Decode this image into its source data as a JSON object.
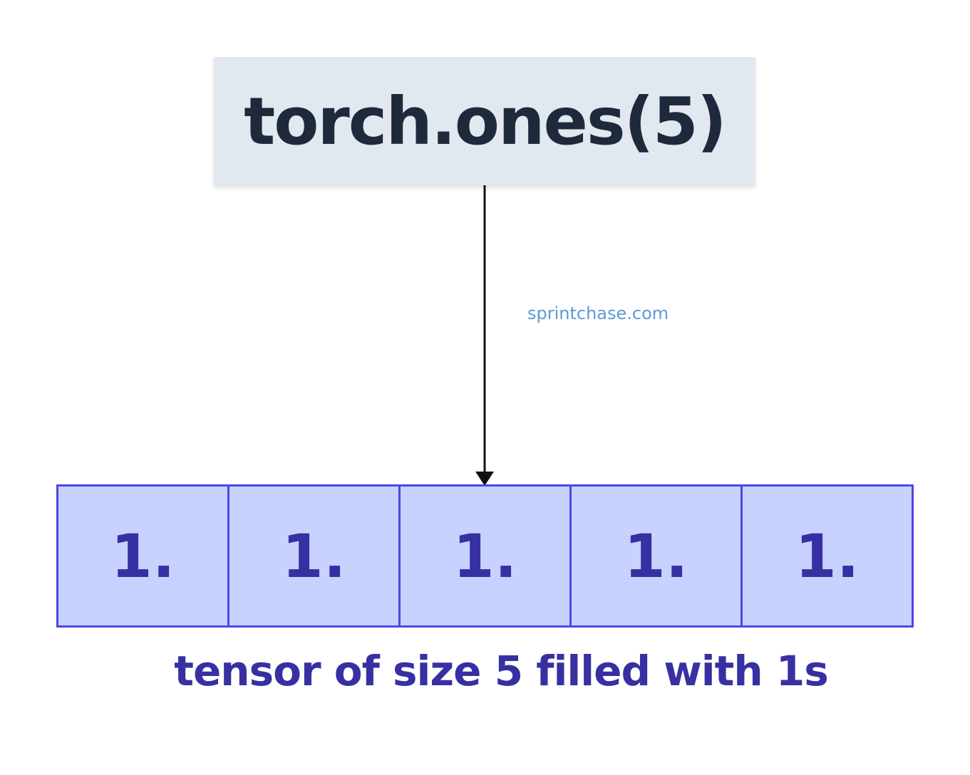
{
  "function_box": {
    "label": "torch.ones(5)"
  },
  "watermark": "sprintchase.com",
  "tensor": {
    "cells": [
      "1.",
      "1.",
      "1.",
      "1.",
      "1."
    ]
  },
  "caption": "tensor of size 5 filled with 1s",
  "colors": {
    "box_background": "#e2e8f0",
    "box_text": "#1e293b",
    "cell_fill": "#c7d2fe",
    "cell_border": "#4f46e5",
    "cell_text": "#3730a3",
    "watermark": "#5b9bd5",
    "arrow": "#111111"
  }
}
